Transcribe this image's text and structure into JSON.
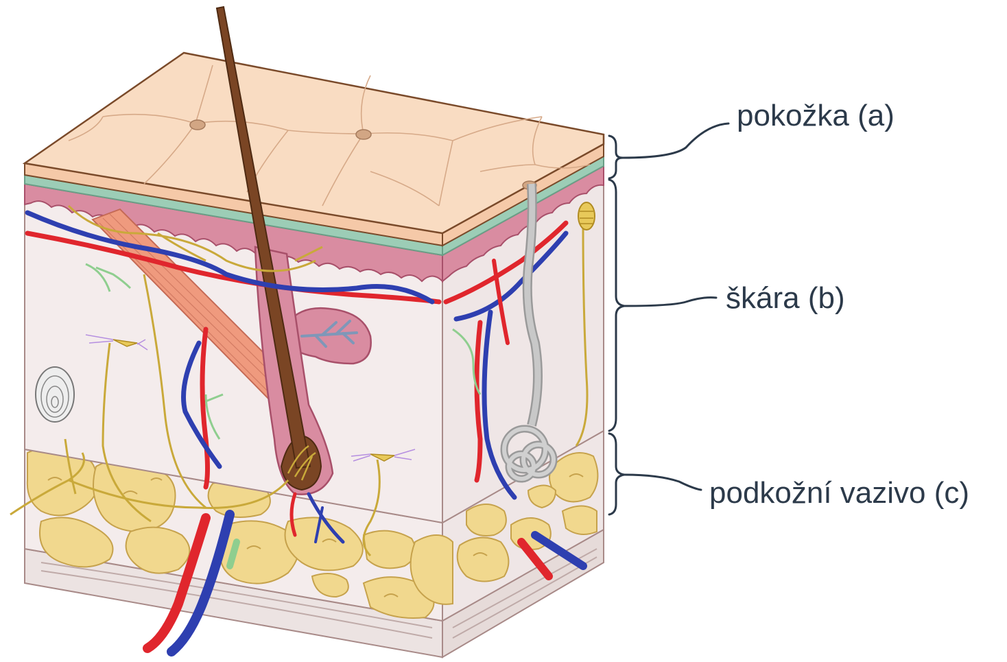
{
  "labels": {
    "epidermis": "pokožka (a)",
    "dermis": "škára (b)",
    "hypodermis": "podkožní vazivo (c)"
  },
  "colors": {
    "epidermis_top": "#f7d4b8",
    "epidermis_outline": "#7a4a2a",
    "basal_layer": "#9ccdb6",
    "papillary_dermis": "#d98ca1",
    "dermis": "#f4ecec",
    "fat": "#f1d88e",
    "fascia": "#ece3e2",
    "artery": "#e0262d",
    "vein": "#2e3fb0",
    "nerve": "#c9a93a",
    "hair": "#7a4524",
    "muscle": "#ef9a7e",
    "sweat_gland": "#c8c8c8",
    "lymph": "#8fce8f",
    "label_text": "#2c3a4a",
    "bracket": "#2c3a4a"
  }
}
